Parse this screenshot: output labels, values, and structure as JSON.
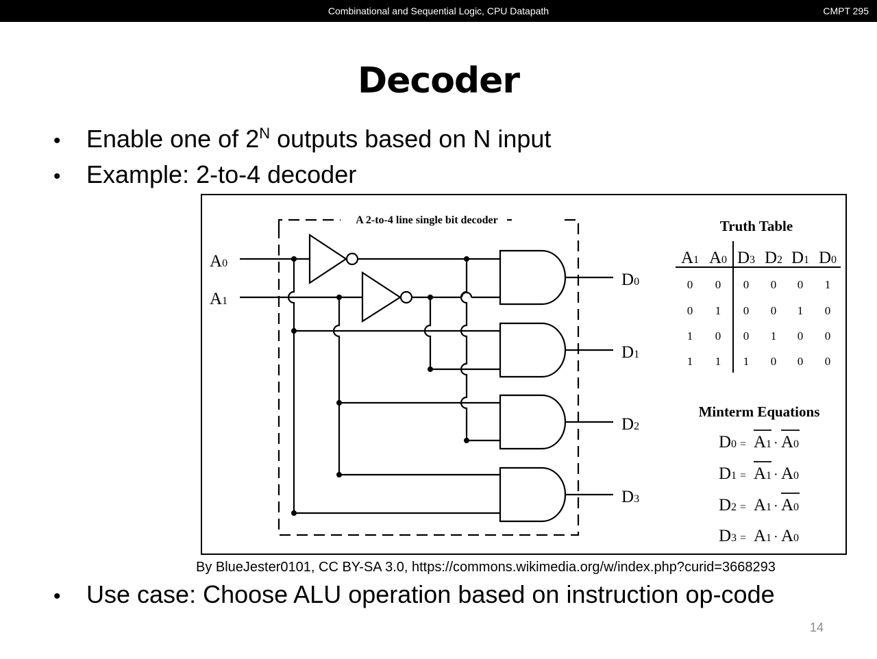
{
  "header": {
    "course_title": "Combinational and Sequential Logic, CPU Datapath",
    "course_code": "CMPT 295"
  },
  "slide": {
    "title": "Decoder",
    "bullets": [
      {
        "text_before": "Enable one of 2",
        "superscript": "N",
        "text_after": " outputs based on N input"
      },
      {
        "text": "Example: 2-to-4 decoder"
      },
      {
        "text": "Use case: Choose ALU operation based on instruction op-code"
      }
    ],
    "bullet_glyph": "•",
    "credit": "By BlueJester0101, CC BY-SA 3.0, https://commons.wikimedia.org/w/index.php?curid=3668293",
    "page_number": "14"
  },
  "diagram": {
    "box_label": "A 2-to-4 line single bit decoder",
    "inputs": [
      {
        "name": "A",
        "sub": "0"
      },
      {
        "name": "A",
        "sub": "1"
      }
    ],
    "outputs": [
      {
        "name": "D",
        "sub": "0"
      },
      {
        "name": "D",
        "sub": "1"
      },
      {
        "name": "D",
        "sub": "2"
      },
      {
        "name": "D",
        "sub": "3"
      }
    ],
    "gates": {
      "not": 2,
      "and": 4
    }
  },
  "truth_table": {
    "title": "Truth Table",
    "headers": [
      {
        "name": "A",
        "sub": "1"
      },
      {
        "name": "A",
        "sub": "0"
      },
      {
        "name": "D",
        "sub": "3"
      },
      {
        "name": "D",
        "sub": "2"
      },
      {
        "name": "D",
        "sub": "1"
      },
      {
        "name": "D",
        "sub": "0"
      }
    ],
    "rows": [
      [
        "0",
        "0",
        "0",
        "0",
        "0",
        "1"
      ],
      [
        "0",
        "1",
        "0",
        "0",
        "1",
        "0"
      ],
      [
        "1",
        "0",
        "0",
        "1",
        "0",
        "0"
      ],
      [
        "1",
        "1",
        "1",
        "0",
        "0",
        "0"
      ]
    ]
  },
  "minterms": {
    "title": "Minterm Equations",
    "equations": [
      {
        "out": "D",
        "out_sub": "0",
        "eq": "=",
        "t1": "A",
        "t1_sub": "1",
        "t1_bar": true,
        "op": "·",
        "t2": "A",
        "t2_sub": "0",
        "t2_bar": true
      },
      {
        "out": "D",
        "out_sub": "1",
        "eq": "=",
        "t1": "A",
        "t1_sub": "1",
        "t1_bar": true,
        "op": "·",
        "t2": "A",
        "t2_sub": "0",
        "t2_bar": false
      },
      {
        "out": "D",
        "out_sub": "2",
        "eq": "=",
        "t1": "A",
        "t1_sub": "1",
        "t1_bar": false,
        "op": "·",
        "t2": "A",
        "t2_sub": "0",
        "t2_bar": true
      },
      {
        "out": "D",
        "out_sub": "3",
        "eq": "=",
        "t1": "A",
        "t1_sub": "1",
        "t1_bar": false,
        "op": "·",
        "t2": "A",
        "t2_sub": "0",
        "t2_bar": false
      }
    ]
  }
}
